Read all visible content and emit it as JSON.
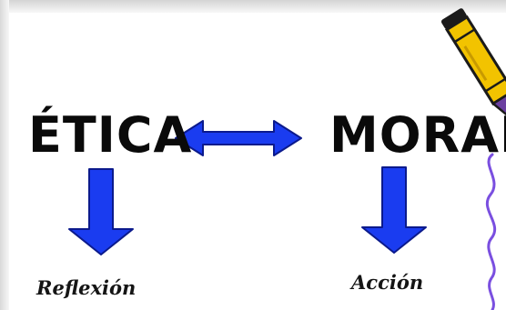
{
  "diagram": {
    "left_term": "ÉTICA",
    "right_term": "MORAL",
    "left_caption": "Reflexión",
    "right_caption": "Acción"
  },
  "colors": {
    "arrow_fill": "#1a3cf0",
    "arrow_stroke": "#0b1a8c",
    "text": "#0a0a0a",
    "crayon_body": "#f2c300",
    "crayon_tip": "#6b3fa0",
    "scribble": "#7a4fe0"
  },
  "icons": [
    "double-arrow-icon",
    "down-arrow-icon",
    "crayon-icon",
    "scribble-line"
  ]
}
